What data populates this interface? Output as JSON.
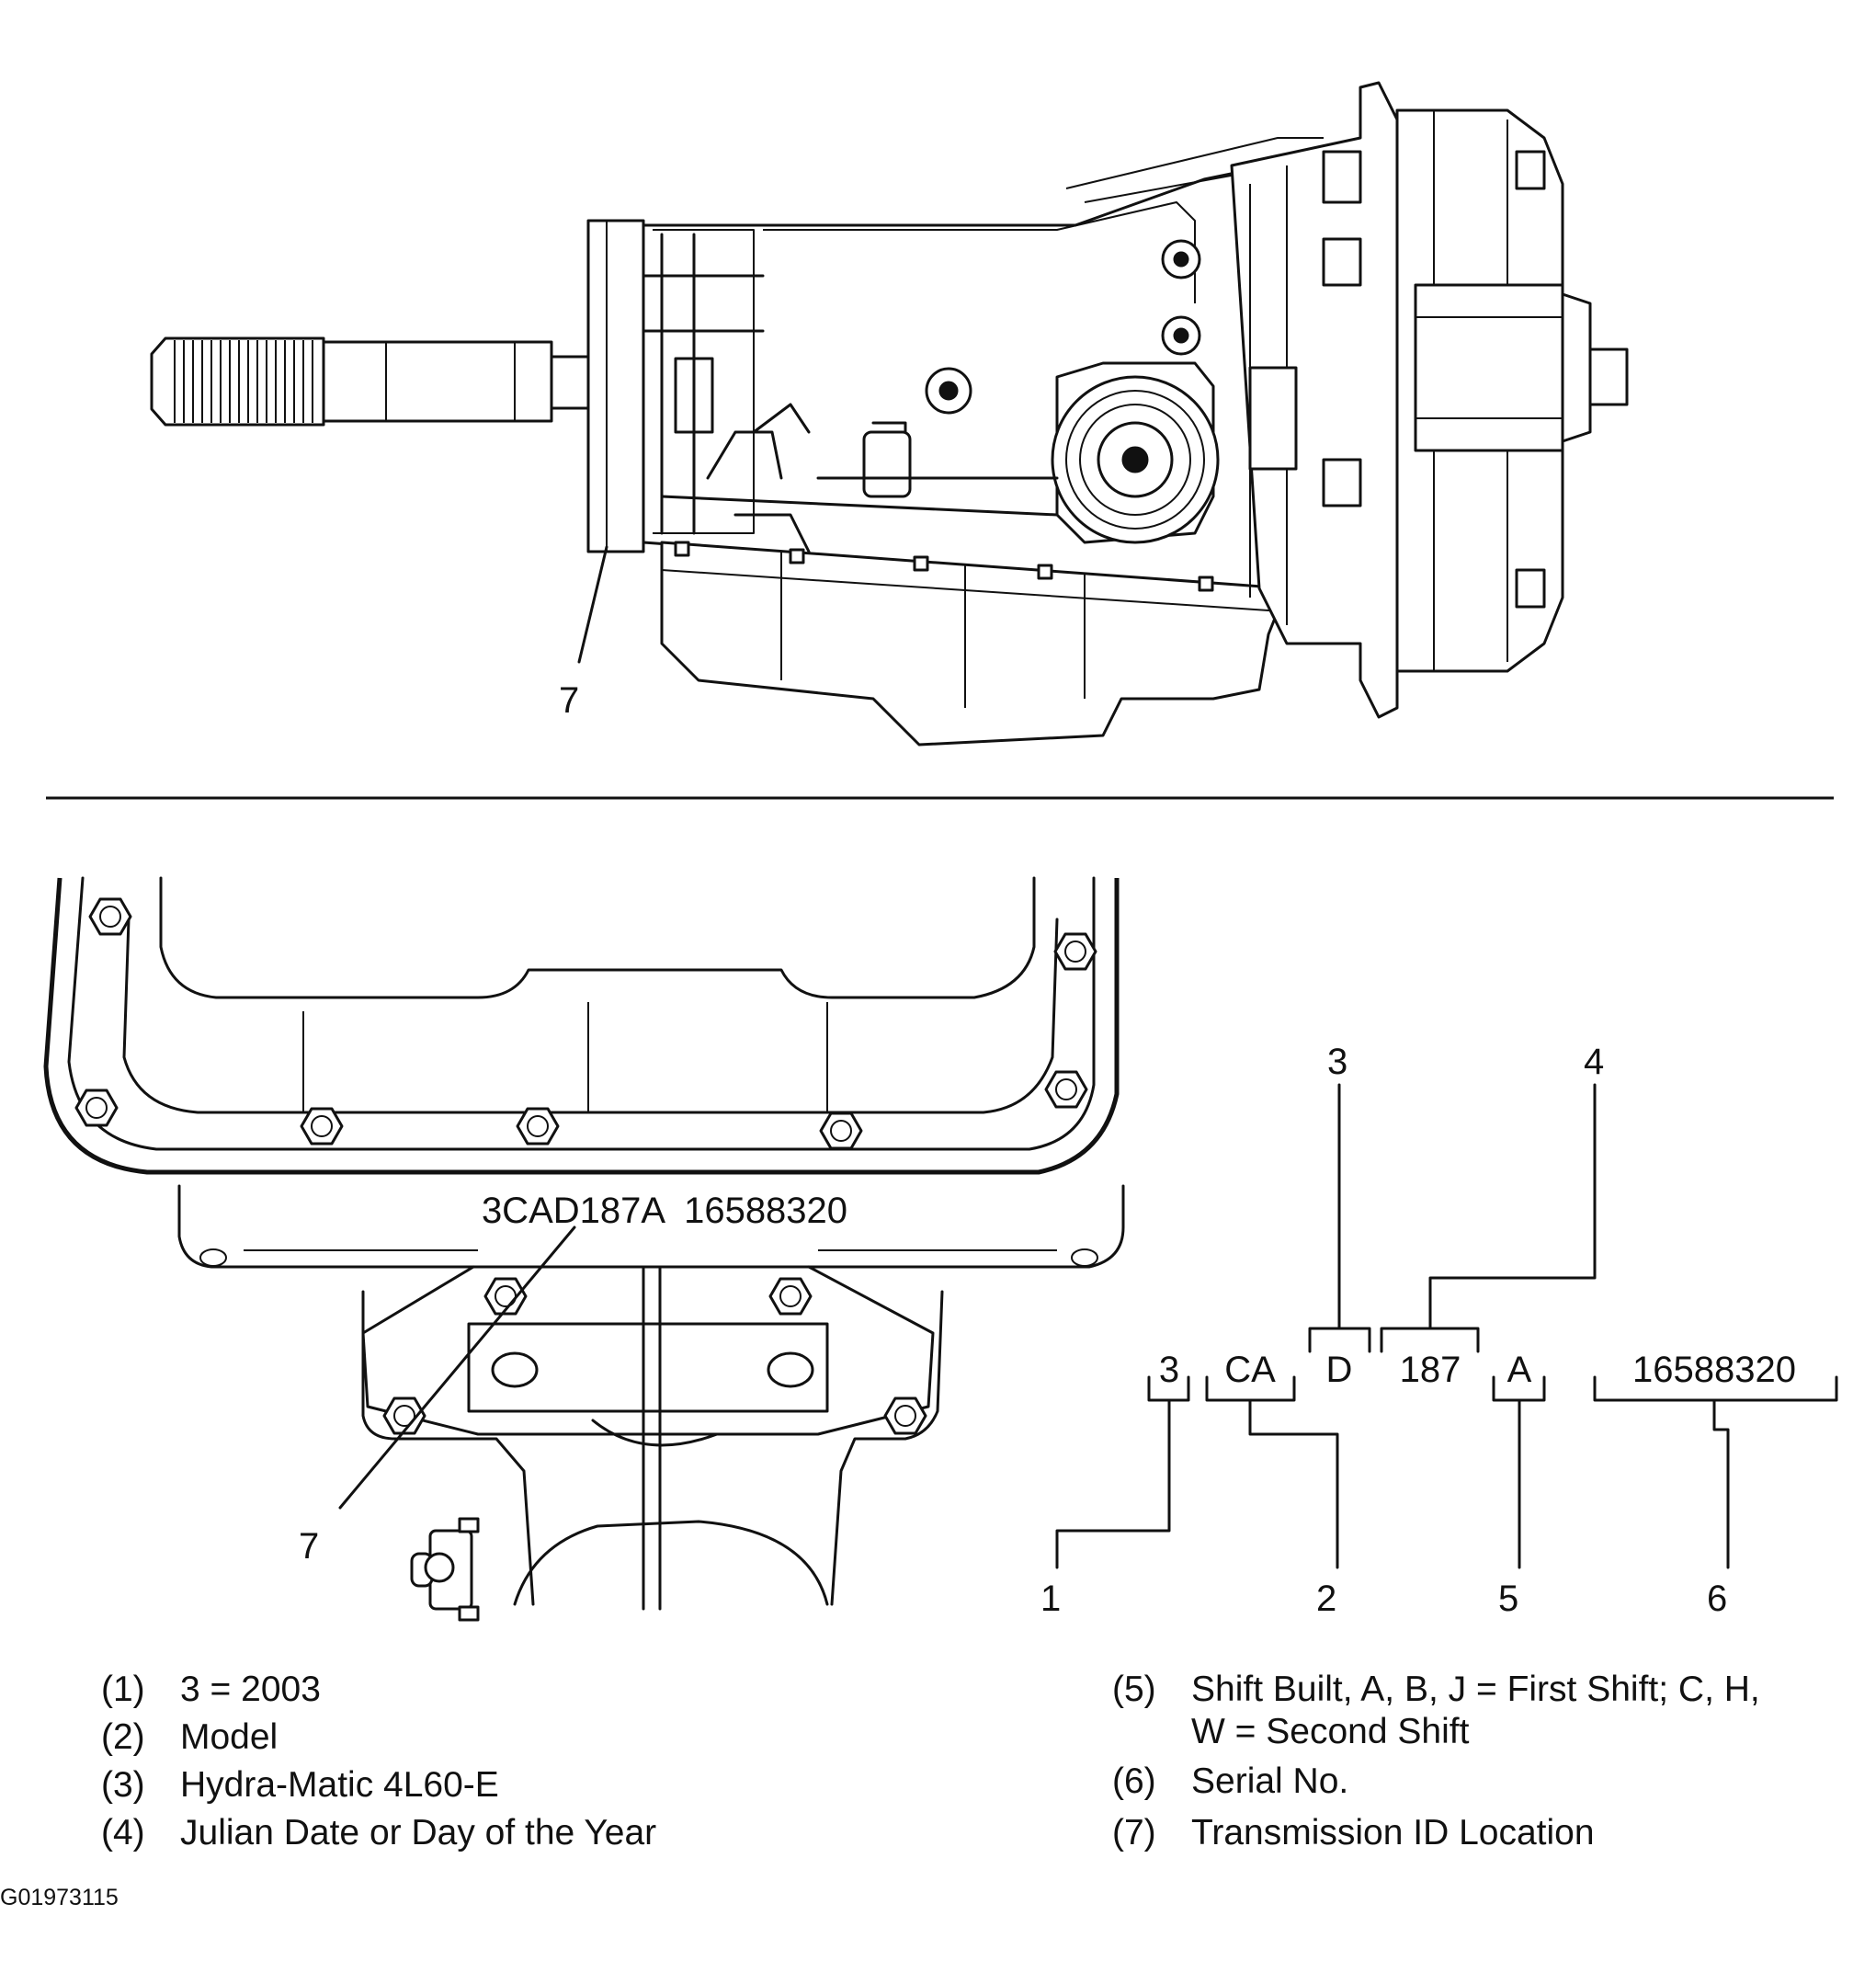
{
  "callouts": {
    "top_location": "7",
    "bottom_location": "7",
    "c1": "1",
    "c2": "2",
    "c3": "3",
    "c4": "4",
    "c5": "5",
    "c6": "6"
  },
  "stamp": "3CAD187A  16588320",
  "code_parts": {
    "year": "3",
    "model": "CA",
    "type": "D",
    "julian": "187",
    "shift": "A",
    "serial": "16588320"
  },
  "legend": [
    {
      "num": "(1)",
      "text": "3 = 2003"
    },
    {
      "num": "(2)",
      "text": "Model"
    },
    {
      "num": "(3)",
      "text": "Hydra-Matic 4L60-E"
    },
    {
      "num": "(4)",
      "text": "Julian Date or Day of the Year"
    },
    {
      "num": "(5)",
      "text": "Shift Built, A, B, J = First Shift; C, H,",
      "text2": "W = Second Shift"
    },
    {
      "num": "(6)",
      "text": "Serial No."
    },
    {
      "num": "(7)",
      "text": "Transmission ID Location"
    }
  ],
  "figure_id": "G01973115",
  "icons": [
    "transmission-side-view",
    "oil-pan-bolt-icon"
  ]
}
